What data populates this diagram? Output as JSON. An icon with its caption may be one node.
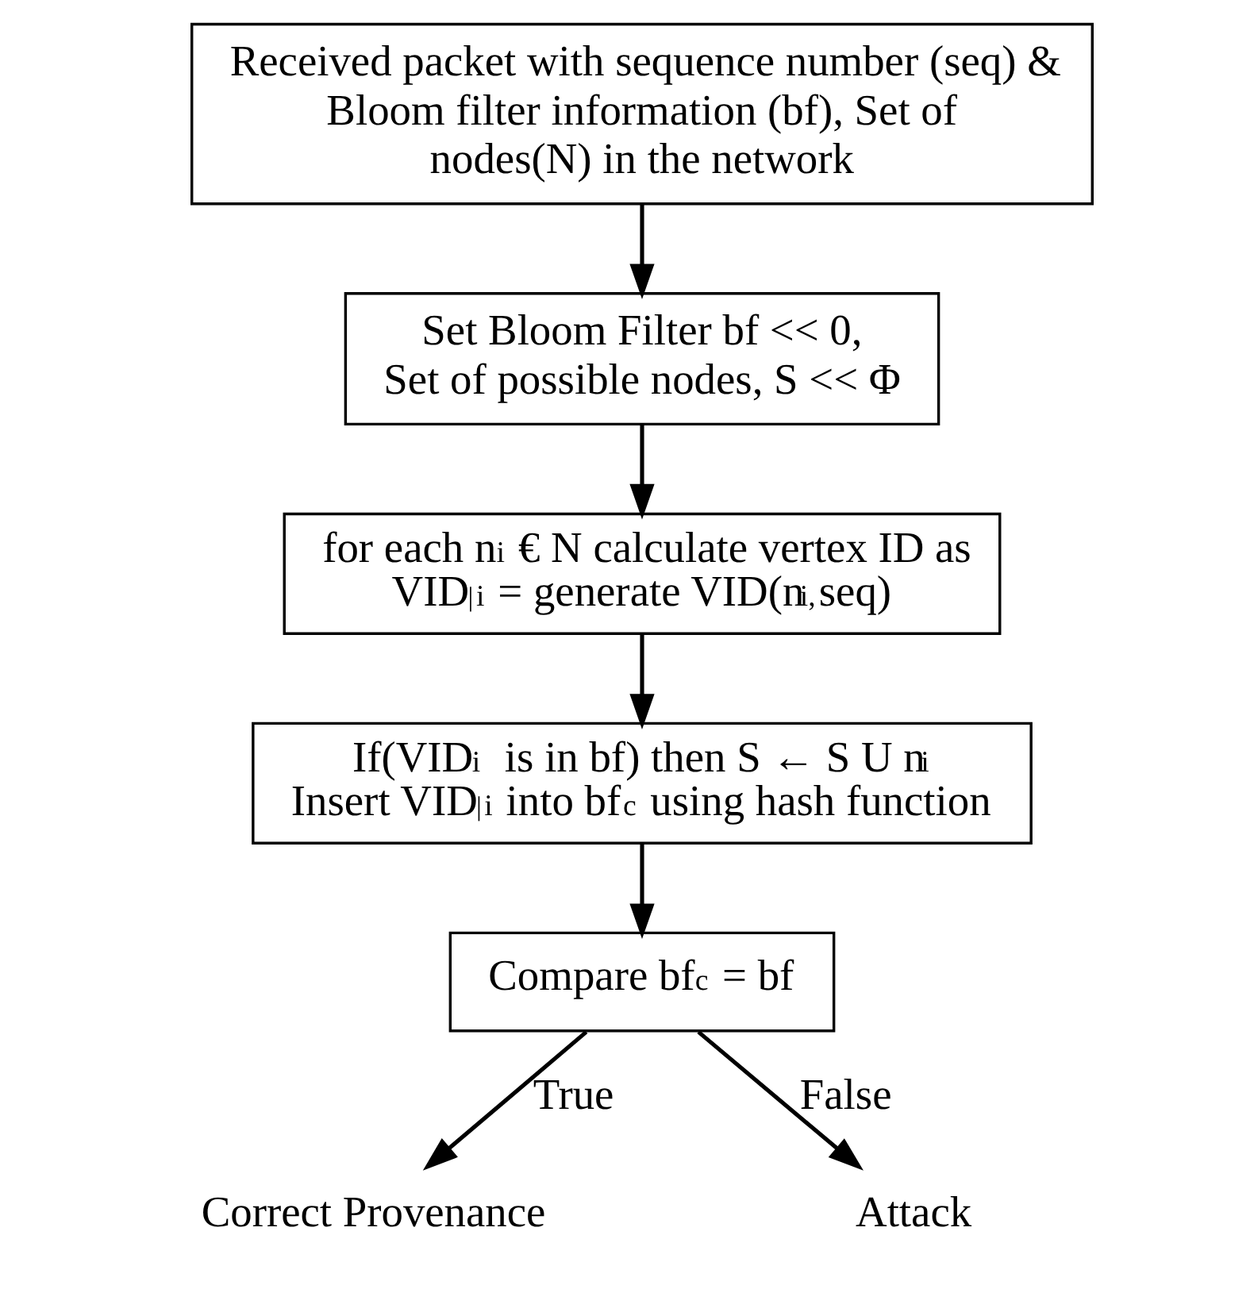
{
  "diagram": {
    "nodes": [
      {
        "text": [
          "Received packet with sequence number (seq) & Bloom filter information (bf), Set of nodes(N) in the network"
        ]
      },
      {
        "text": [
          "Set Bloom Filter bf << 0, Set of possible nodes, S << Φ"
        ]
      },
      {
        "text": [
          "for each n$_{i}$ € N calculate vertex ID as VID$^{|}$$_{i}$ = generate VID(n$_{i,}$seq)"
        ]
      },
      {
        "text": [
          "If(VID$_{i}$  is in bf) then S ← S U n$_{i}$ Insert VID$^{|}$$_{i}$ into bf$_{c}$ using hash function"
        ]
      },
      {
        "text": [
          "Compare bf$_{c}$ = bf"
        ]
      },
      {
        "text": [
          "Correct Provenance"
        ]
      },
      {
        "text": [
          "Attack"
        ]
      }
    ],
    "edges": [
      {
        "from": 0,
        "to": 1,
        "arrow": "to"
      },
      {
        "from": 1,
        "to": 2,
        "arrow": "to"
      },
      {
        "from": 2,
        "to": 3,
        "arrow": "to"
      },
      {
        "from": 3,
        "to": 4,
        "arrow": "to"
      },
      {
        "from": 4,
        "to": 5,
        "arrow": "to",
        "label": "True"
      },
      {
        "from": 4,
        "to": 6,
        "arrow": "to",
        "label": "False"
      }
    ]
  }
}
